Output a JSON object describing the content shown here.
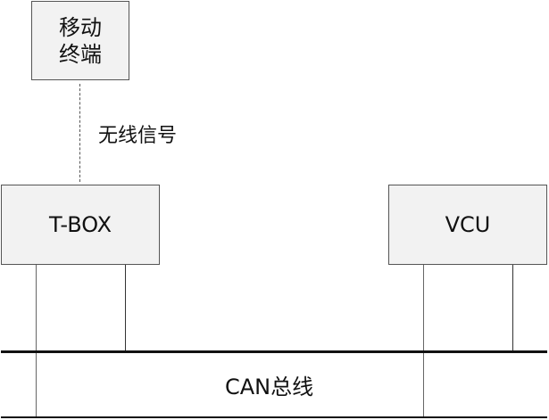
{
  "diagram": {
    "nodes": {
      "mobile_terminal": "移动\n终端",
      "tbox": "T-BOX",
      "vcu": "VCU"
    },
    "edges": {
      "wireless_label": "无线信号",
      "bus_label": "CAN总线"
    }
  }
}
